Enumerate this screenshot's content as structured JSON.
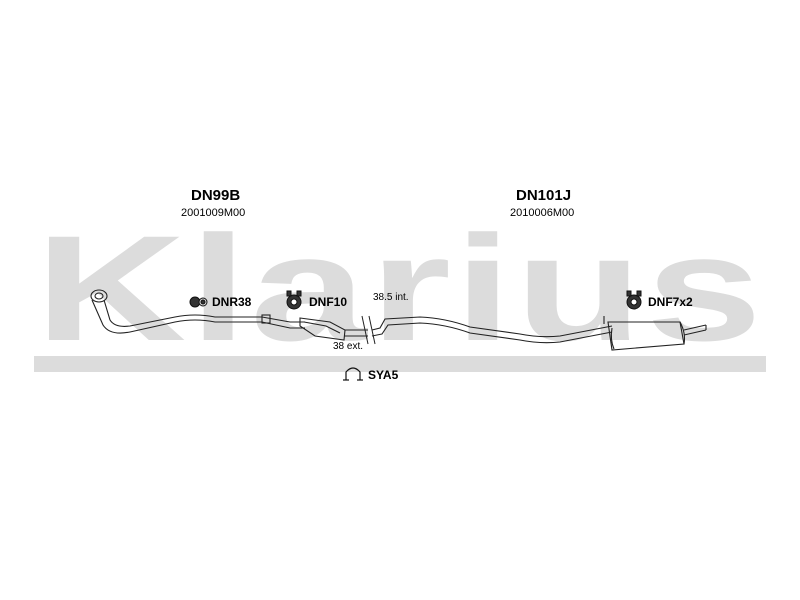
{
  "watermark": {
    "text": "Klarius",
    "color": "#dcdcdc"
  },
  "colors": {
    "line": "#222222",
    "watermark": "#dcdcdc"
  },
  "parts": [
    {
      "code": "DN99B",
      "number": "2001009M00"
    },
    {
      "code": "DN101J",
      "number": "2010006M00"
    }
  ],
  "fittings": [
    {
      "code": "DNR38",
      "icon": "rubber-mount-icon"
    },
    {
      "code": "DNF10",
      "icon": "exhaust-hanger-icon"
    },
    {
      "code": "DNF7x2",
      "icon": "exhaust-hanger-icon"
    },
    {
      "code": "SYA5",
      "icon": "exhaust-clamp-icon"
    }
  ],
  "dimensions": [
    {
      "label": "38.5 int."
    },
    {
      "label": "38 ext."
    }
  ]
}
